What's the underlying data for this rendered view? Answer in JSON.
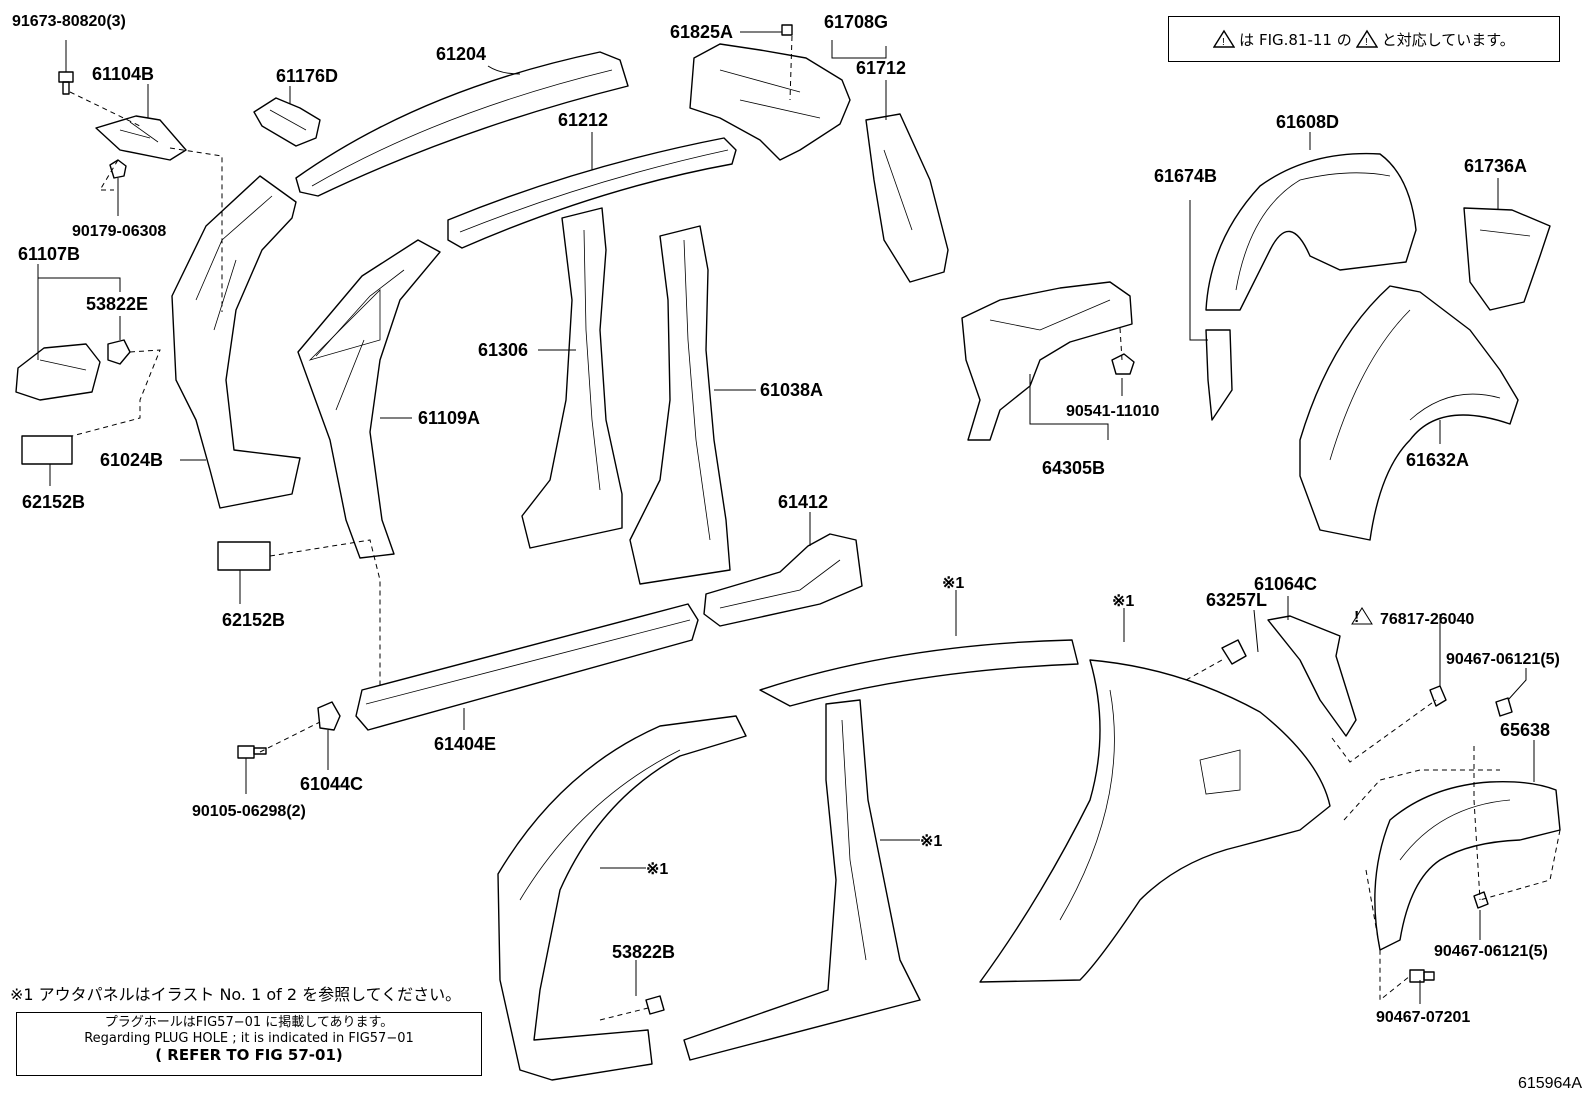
{
  "notes": {
    "fig_ref_prefix": "は FIG.81-11 の",
    "fig_ref_suffix": "と対応しています。",
    "outer_panel": "※1 アウタパネルはイラスト No. 1 of 2 を参照してください。",
    "plug_jp": "プラグホールはFIG57−01 に掲載してあります。",
    "plug_en": "Regarding  PLUG HOLE  ; it is indicated  in  FIG57−01",
    "plug_ref": "( REFER TO FIG 57-01)"
  },
  "figure_id": "615964A",
  "labels": [
    {
      "id": "p91673",
      "text": "91673-80820(3)"
    },
    {
      "id": "p61104B",
      "text": "61104B"
    },
    {
      "id": "p61176D",
      "text": "61176D"
    },
    {
      "id": "p61204",
      "text": "61204"
    },
    {
      "id": "p61825A",
      "text": "61825A"
    },
    {
      "id": "p61708G",
      "text": "61708G"
    },
    {
      "id": "p61712",
      "text": "61712"
    },
    {
      "id": "p61212",
      "text": "61212"
    },
    {
      "id": "p90179",
      "text": "90179-06308"
    },
    {
      "id": "p61107B",
      "text": "61107B"
    },
    {
      "id": "p53822E",
      "text": "53822E"
    },
    {
      "id": "p61306",
      "text": "61306"
    },
    {
      "id": "p61109A",
      "text": "61109A"
    },
    {
      "id": "p61038A",
      "text": "61038A"
    },
    {
      "id": "p61024B",
      "text": "61024B"
    },
    {
      "id": "p62152B_1",
      "text": "62152B"
    },
    {
      "id": "p62152B_2",
      "text": "62152B"
    },
    {
      "id": "p61412",
      "text": "61412"
    },
    {
      "id": "p61404E",
      "text": "61404E"
    },
    {
      "id": "p61044C",
      "text": "61044C"
    },
    {
      "id": "p90105",
      "text": "90105-06298(2)"
    },
    {
      "id": "p61608D",
      "text": "61608D"
    },
    {
      "id": "p61674B",
      "text": "61674B"
    },
    {
      "id": "p61736A",
      "text": "61736A"
    },
    {
      "id": "p90541",
      "text": "90541-11010"
    },
    {
      "id": "p64305B",
      "text": "64305B"
    },
    {
      "id": "p61632A",
      "text": "61632A"
    },
    {
      "id": "p63257L",
      "text": "63257L"
    },
    {
      "id": "p61064C",
      "text": "61064C"
    },
    {
      "id": "p76817",
      "text": "76817-26040"
    },
    {
      "id": "p90467_a",
      "text": "90467-06121(5)"
    },
    {
      "id": "p65638",
      "text": "65638"
    },
    {
      "id": "p90467_b",
      "text": "90467-06121(5)"
    },
    {
      "id": "p90467_c",
      "text": "90467-07201"
    },
    {
      "id": "p53822B",
      "text": "53822B"
    },
    {
      "id": "ref1_a",
      "text": "※1"
    },
    {
      "id": "ref1_b",
      "text": "※1"
    },
    {
      "id": "ref1_c",
      "text": "※1"
    },
    {
      "id": "ref1_d",
      "text": "※1"
    }
  ]
}
